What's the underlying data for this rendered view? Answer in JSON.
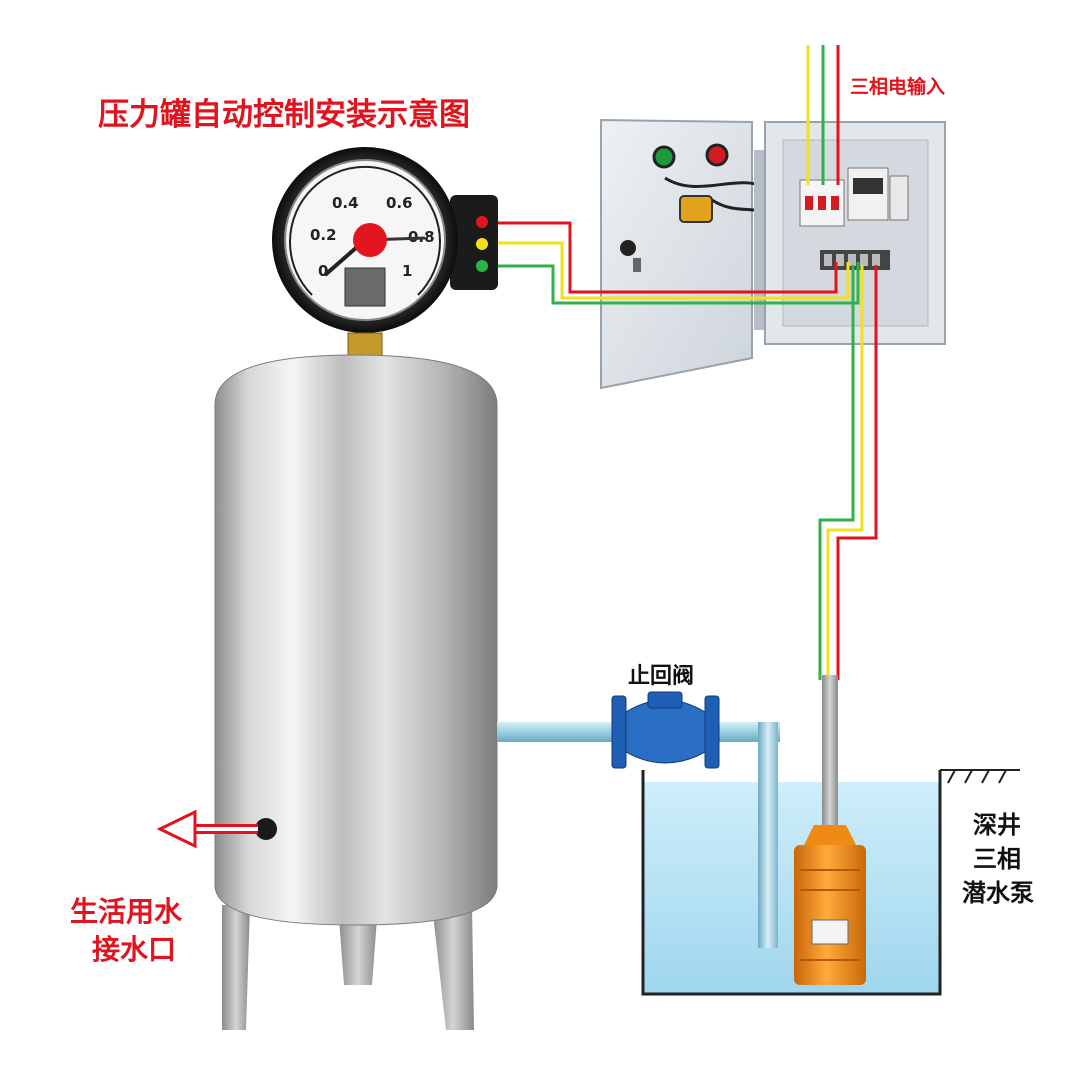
{
  "title": "压力罐自动控制安装示意图",
  "power_input_label": "三相电输入",
  "check_valve_label": "止回阀",
  "outlet_label_line1": "生活用水",
  "outlet_label_line2": "接水口",
  "pump_label_lines": [
    "深井",
    "三相",
    "潜水泵"
  ],
  "gauge": {
    "scale_labels": [
      "0",
      "0.2",
      "0.4",
      "0.6",
      "0.8",
      "1"
    ]
  },
  "colors": {
    "label_red": "#e0141e",
    "wire_red": "#e0141e",
    "wire_yellow": "#f2e21c",
    "wire_green": "#2fb24a",
    "water": "#bfe6f6",
    "tank_steel": "#c9c9c9",
    "pipe": "#9ed0e2",
    "valve_blue": "#1f5fb3",
    "pump_orange": "#f08a12",
    "control_box": "#dfe5eb"
  }
}
